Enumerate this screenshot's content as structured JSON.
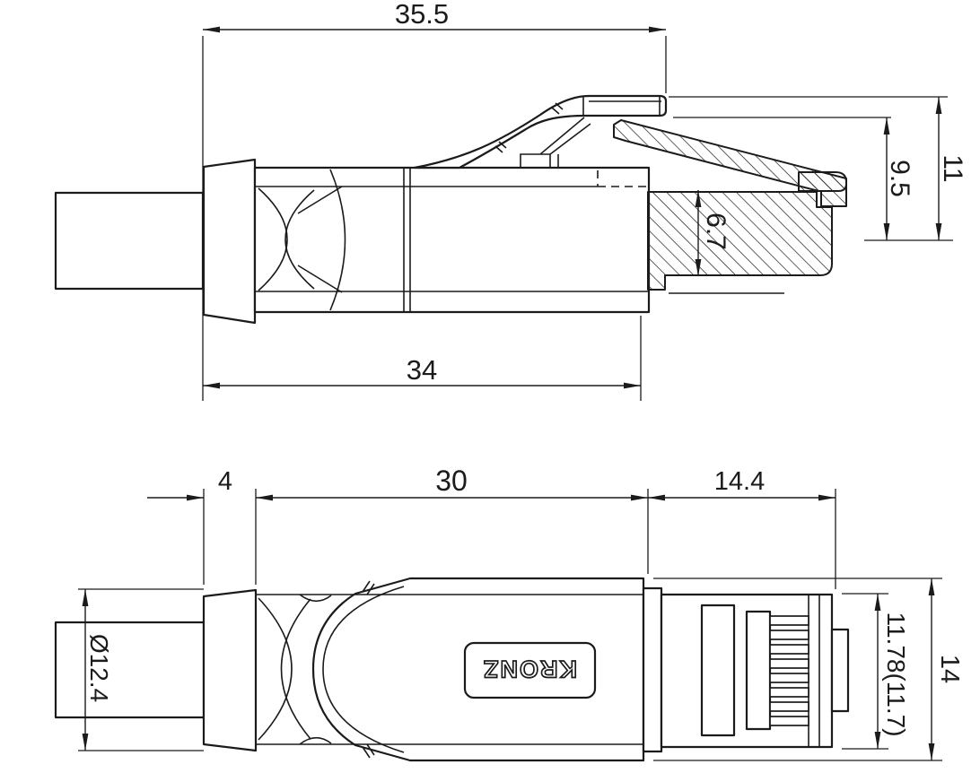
{
  "brand_label": "KRONZ",
  "colors": {
    "line": "#1b1b1b",
    "background": "#ffffff"
  },
  "side_view": {
    "name": "connector side profile view",
    "dimensions": {
      "overall_length": "35.5",
      "body_length": "34",
      "overall_height": "11",
      "latch_height": "9.5",
      "contact_block_height": "6.7"
    }
  },
  "top_view": {
    "name": "connector top view",
    "dimensions": {
      "boot_ring_width": "4",
      "shell_length": "30",
      "plug_length": "14.4",
      "cable_diameter": "Ø12.4",
      "plug_width": "11.78(11.7)",
      "shell_width": "14"
    }
  }
}
